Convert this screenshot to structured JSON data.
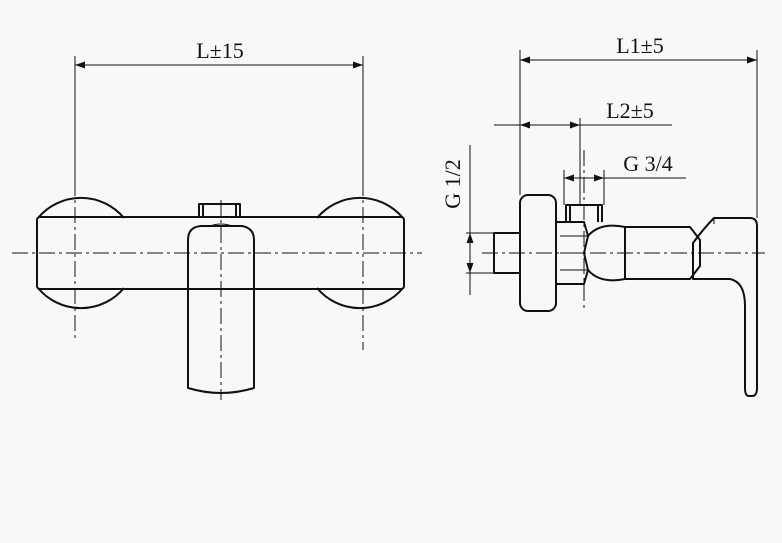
{
  "dimensions": {
    "front_width": "L±15",
    "side_length": "L1±5",
    "side_offset": "L2±5",
    "thread_inlet": "G 3/4",
    "thread_outlet": "G 1/2"
  },
  "colors": {
    "background": "#f7f8fa",
    "line": "#111111"
  }
}
